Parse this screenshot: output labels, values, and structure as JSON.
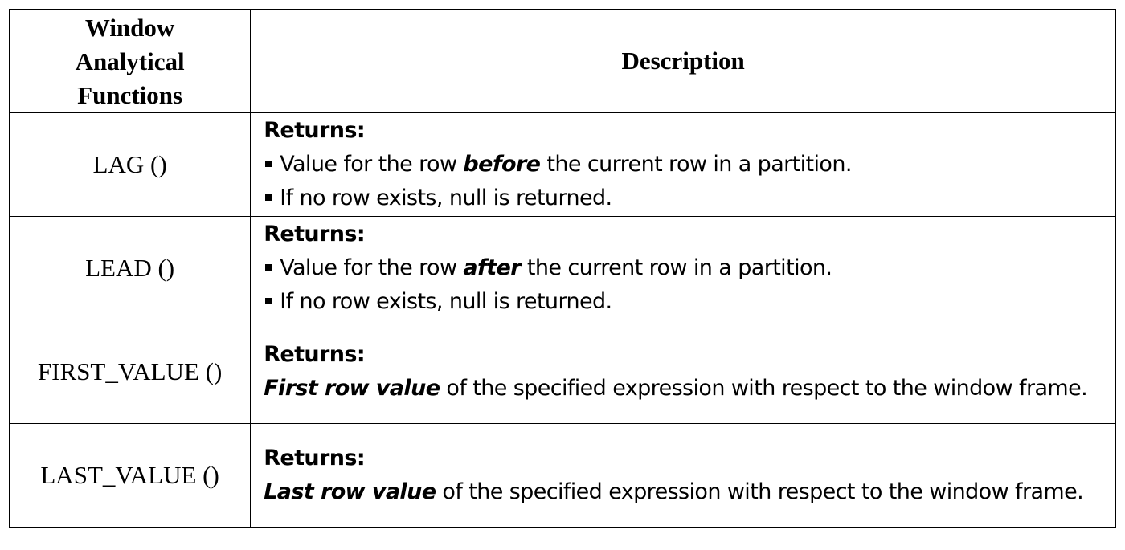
{
  "header": {
    "function_col": [
      "Window",
      "Analytical",
      "Functions"
    ],
    "description_col": "Description"
  },
  "rows": [
    {
      "function": "LAG ()",
      "returns_label": "Returns:",
      "bullets": [
        {
          "before": "Value for the row ",
          "emph": "before",
          "after": " the current row in a partition."
        },
        {
          "before": "If no row exists, null is returned.",
          "emph": "",
          "after": ""
        }
      ]
    },
    {
      "function": "LEAD ()",
      "returns_label": "Returns:",
      "bullets": [
        {
          "before": "Value for the row ",
          "emph": "after",
          "after": " the current row in a partition."
        },
        {
          "before": "If no row exists, null is returned.",
          "emph": "",
          "after": ""
        }
      ]
    },
    {
      "function": "FIRST_VALUE ()",
      "returns_label": "Returns:",
      "text": {
        "emph": "First row value",
        "after": " of the specified expression with respect to the window frame."
      }
    },
    {
      "function": "LAST_VALUE ()",
      "returns_label": "Returns:",
      "text": {
        "emph": "Last row value",
        "after": " of the specified expression with respect to the window frame."
      }
    }
  ]
}
